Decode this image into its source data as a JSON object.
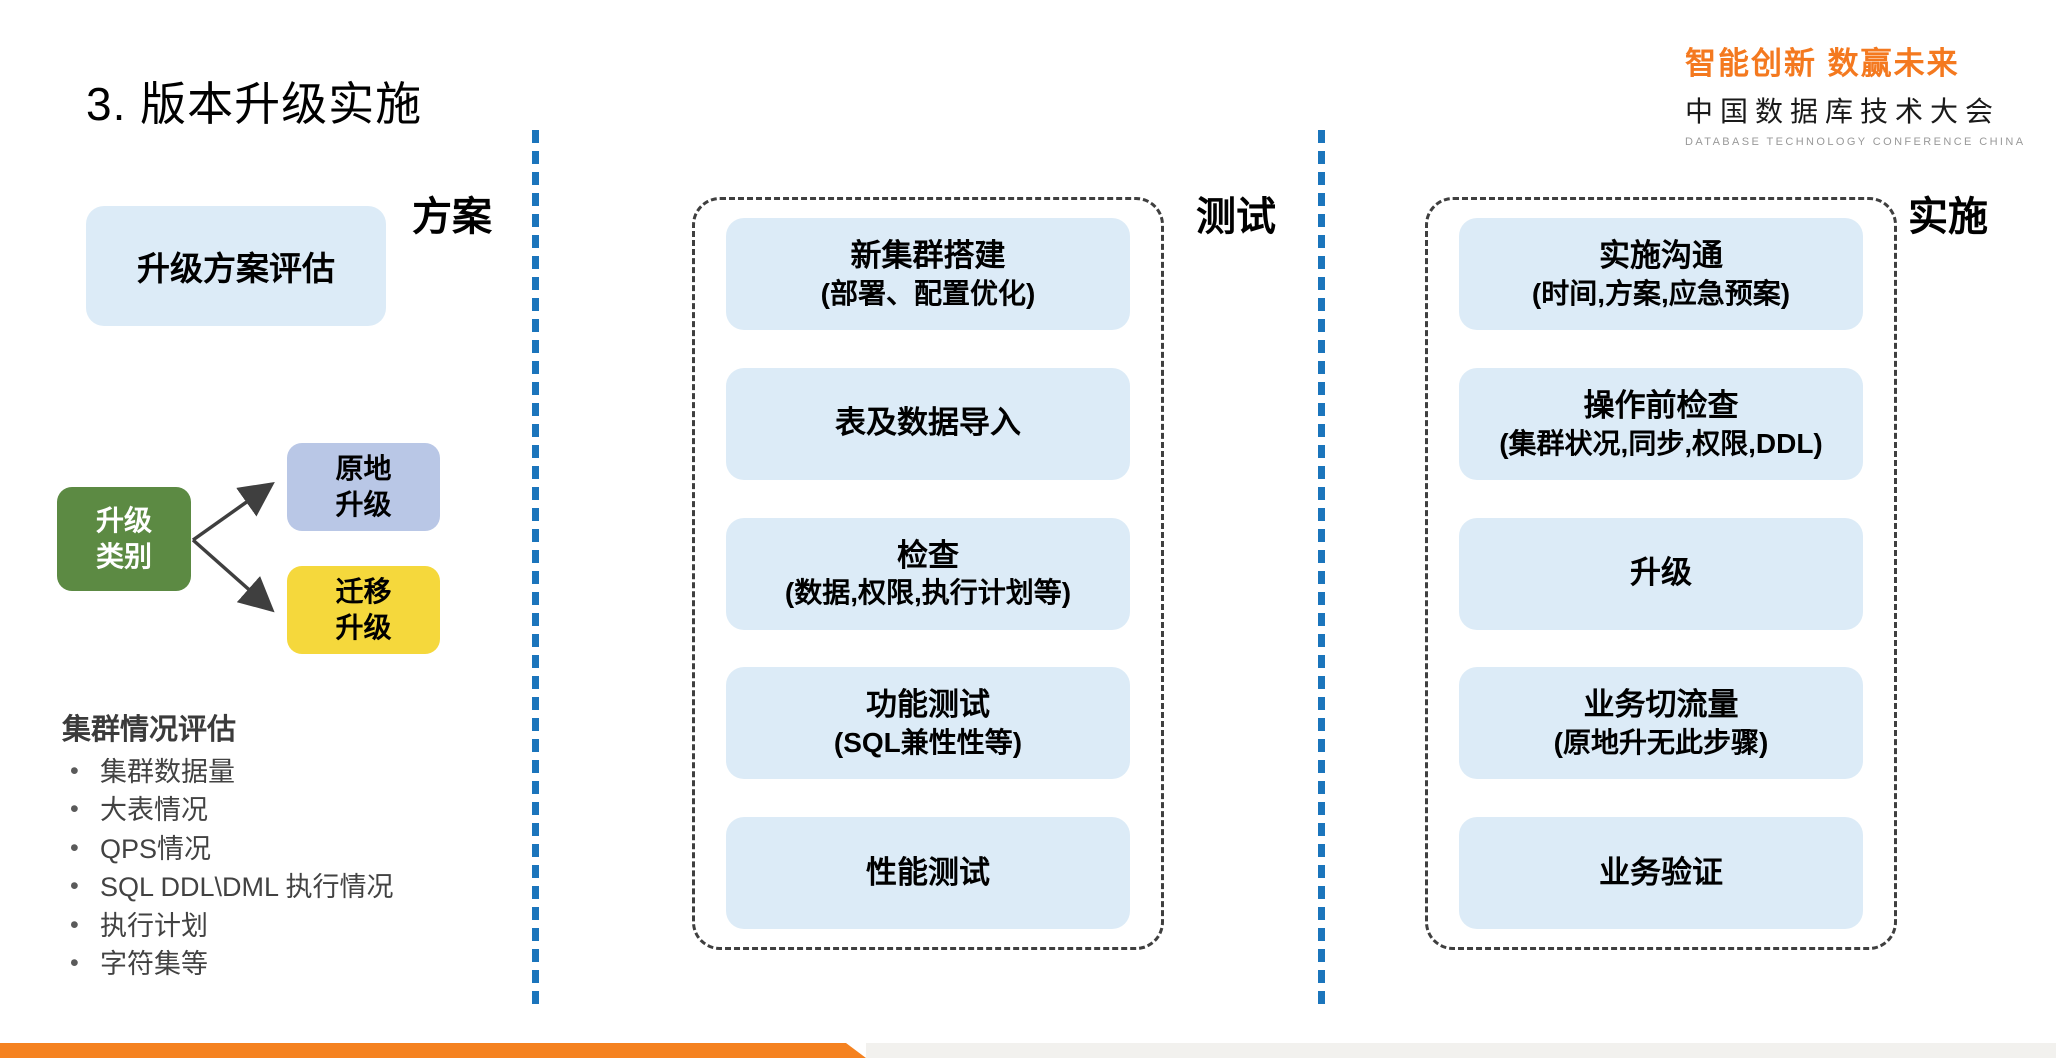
{
  "slide": {
    "title": "3. 版本升级实施"
  },
  "logo": {
    "slogan": "智能创新  数赢未来",
    "name": "中国数据库技术大会",
    "subtitle": "DATABASE TECHNOLOGY CONFERENCE CHINA"
  },
  "plan_column": {
    "label": "方案",
    "assessment_box": "升级方案评估",
    "upgrade_type_box": {
      "line1": "升级",
      "line2": "类别"
    },
    "inplace_upgrade_box": {
      "line1": "原地",
      "line2": "升级"
    },
    "migration_upgrade_box": {
      "line1": "迁移",
      "line2": "升级"
    },
    "cluster_assessment": {
      "heading": "集群情况评估",
      "items": [
        "集群数据量",
        "大表情况",
        "QPS情况",
        "SQL DDL\\DML 执行情况",
        "执行计划",
        "字符集等"
      ]
    }
  },
  "test_column": {
    "label": "测试",
    "steps": [
      {
        "title": "新集群搭建",
        "subtitle": "(部署、配置优化)"
      },
      {
        "title": "表及数据导入"
      },
      {
        "title": "检查",
        "subtitle": "(数据,权限,执行计划等)"
      },
      {
        "title": "功能测试",
        "subtitle": "(SQL兼性性等)"
      },
      {
        "title": "性能测试"
      }
    ]
  },
  "implementation_column": {
    "label": "实施",
    "steps": [
      {
        "title": "实施沟通",
        "subtitle": "(时间,方案,应急预案)"
      },
      {
        "title": "操作前检查",
        "subtitle": "(集群状况,同步,权限,DDL)"
      },
      {
        "title": "升级"
      },
      {
        "title": "业务切流量",
        "subtitle": "(原地升无此步骤)"
      },
      {
        "title": "业务验证"
      }
    ]
  },
  "colors": {
    "accent_orange": "#f58220",
    "divider_blue": "#1b75bc",
    "step_box_blue": "#dcebf7",
    "type_green": "#5c8a43",
    "inplace_lavender": "#b9c7e6",
    "migration_yellow": "#f5d83c"
  }
}
